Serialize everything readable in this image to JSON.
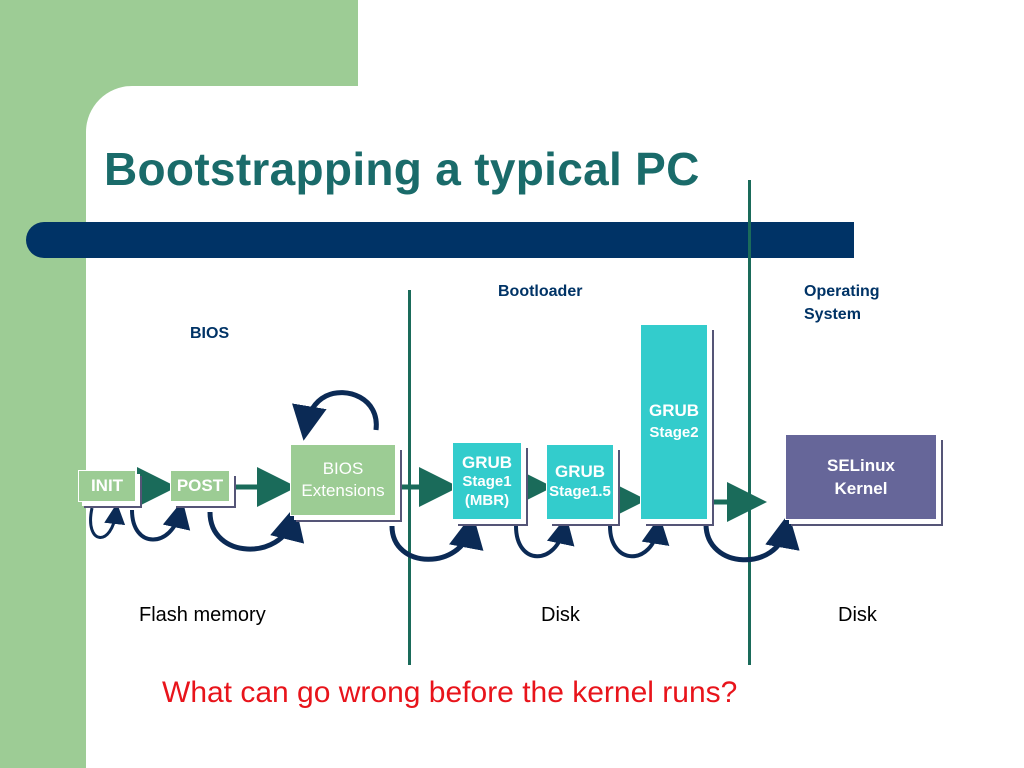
{
  "title": "Bootstrapping a typical PC",
  "sections": {
    "bios": "BIOS",
    "bootloader": "Bootloader",
    "os_line1": "Operating",
    "os_line2": "System"
  },
  "boxes": {
    "init": "INIT",
    "post": "POST",
    "bios_ext_line1": "BIOS",
    "bios_ext_line2": "Extensions",
    "grub1_line1": "GRUB",
    "grub1_line2": "Stage1",
    "grub1_line3": "(MBR)",
    "grub15_line1": "GRUB",
    "grub15_line2": "Stage1.5",
    "grub2_line1": "GRUB",
    "grub2_line2": "Stage2",
    "kernel_line1": "SELinux",
    "kernel_line2": "Kernel"
  },
  "media": {
    "flash": "Flash memory",
    "disk1": "Disk",
    "disk2": "Disk"
  },
  "question": "What can go wrong before the kernel runs?",
  "colors": {
    "accent_green": "#9dcc95",
    "title": "#1a6b6a",
    "bar": "#003366",
    "box_green": "#9ccc94",
    "box_cyan": "#33cccc",
    "box_purple": "#666699",
    "arrow": "#1a6b5a",
    "question": "#e8141b"
  }
}
